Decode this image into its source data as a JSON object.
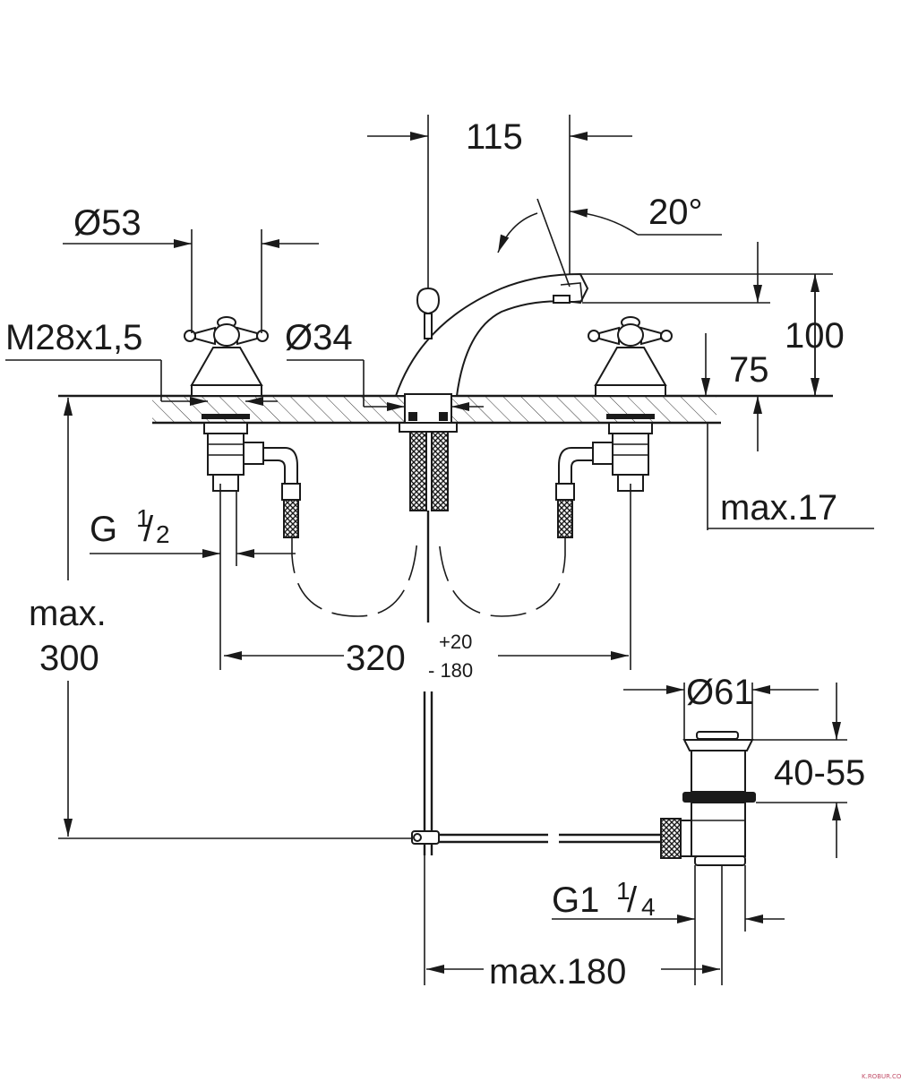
{
  "drawing": {
    "dims": {
      "spout_reach": "115",
      "angle": "20°",
      "handle_diameter": "Ø53",
      "thread": "M28x1,5",
      "hole_diameter": "Ø34",
      "height_total": "100",
      "height_handle": "75",
      "deck_thickness": "max.17",
      "inlet_thread_main": "G",
      "inlet_thread_num": "1",
      "inlet_thread_den": "2",
      "centres_main": "320",
      "centres_tol_plus": "+20",
      "centres_tol_minus": "- 180",
      "rod_max_line1": "max.",
      "rod_max_line2": "300",
      "waste_diameter": "Ø61",
      "waste_adjust": "40-55",
      "waste_thread_main": "G1",
      "waste_thread_num": "1",
      "waste_thread_den": "4",
      "rod_reach": "max.180"
    },
    "watermark": "K.ROBUR.COM"
  }
}
